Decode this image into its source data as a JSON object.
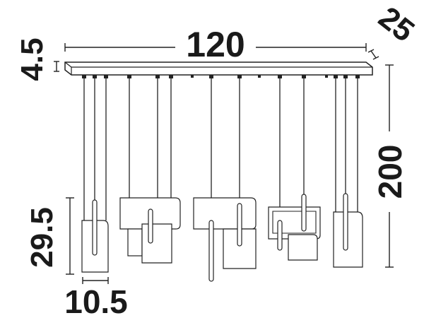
{
  "dimensions": {
    "width": "120",
    "depth": "25",
    "canopy_height": "4.5",
    "total_height": "200",
    "shade_height": "29.5",
    "shade_width": "10.5"
  },
  "colors": {
    "line": "#222222",
    "text": "#1a1a1a",
    "background": "#ffffff"
  }
}
